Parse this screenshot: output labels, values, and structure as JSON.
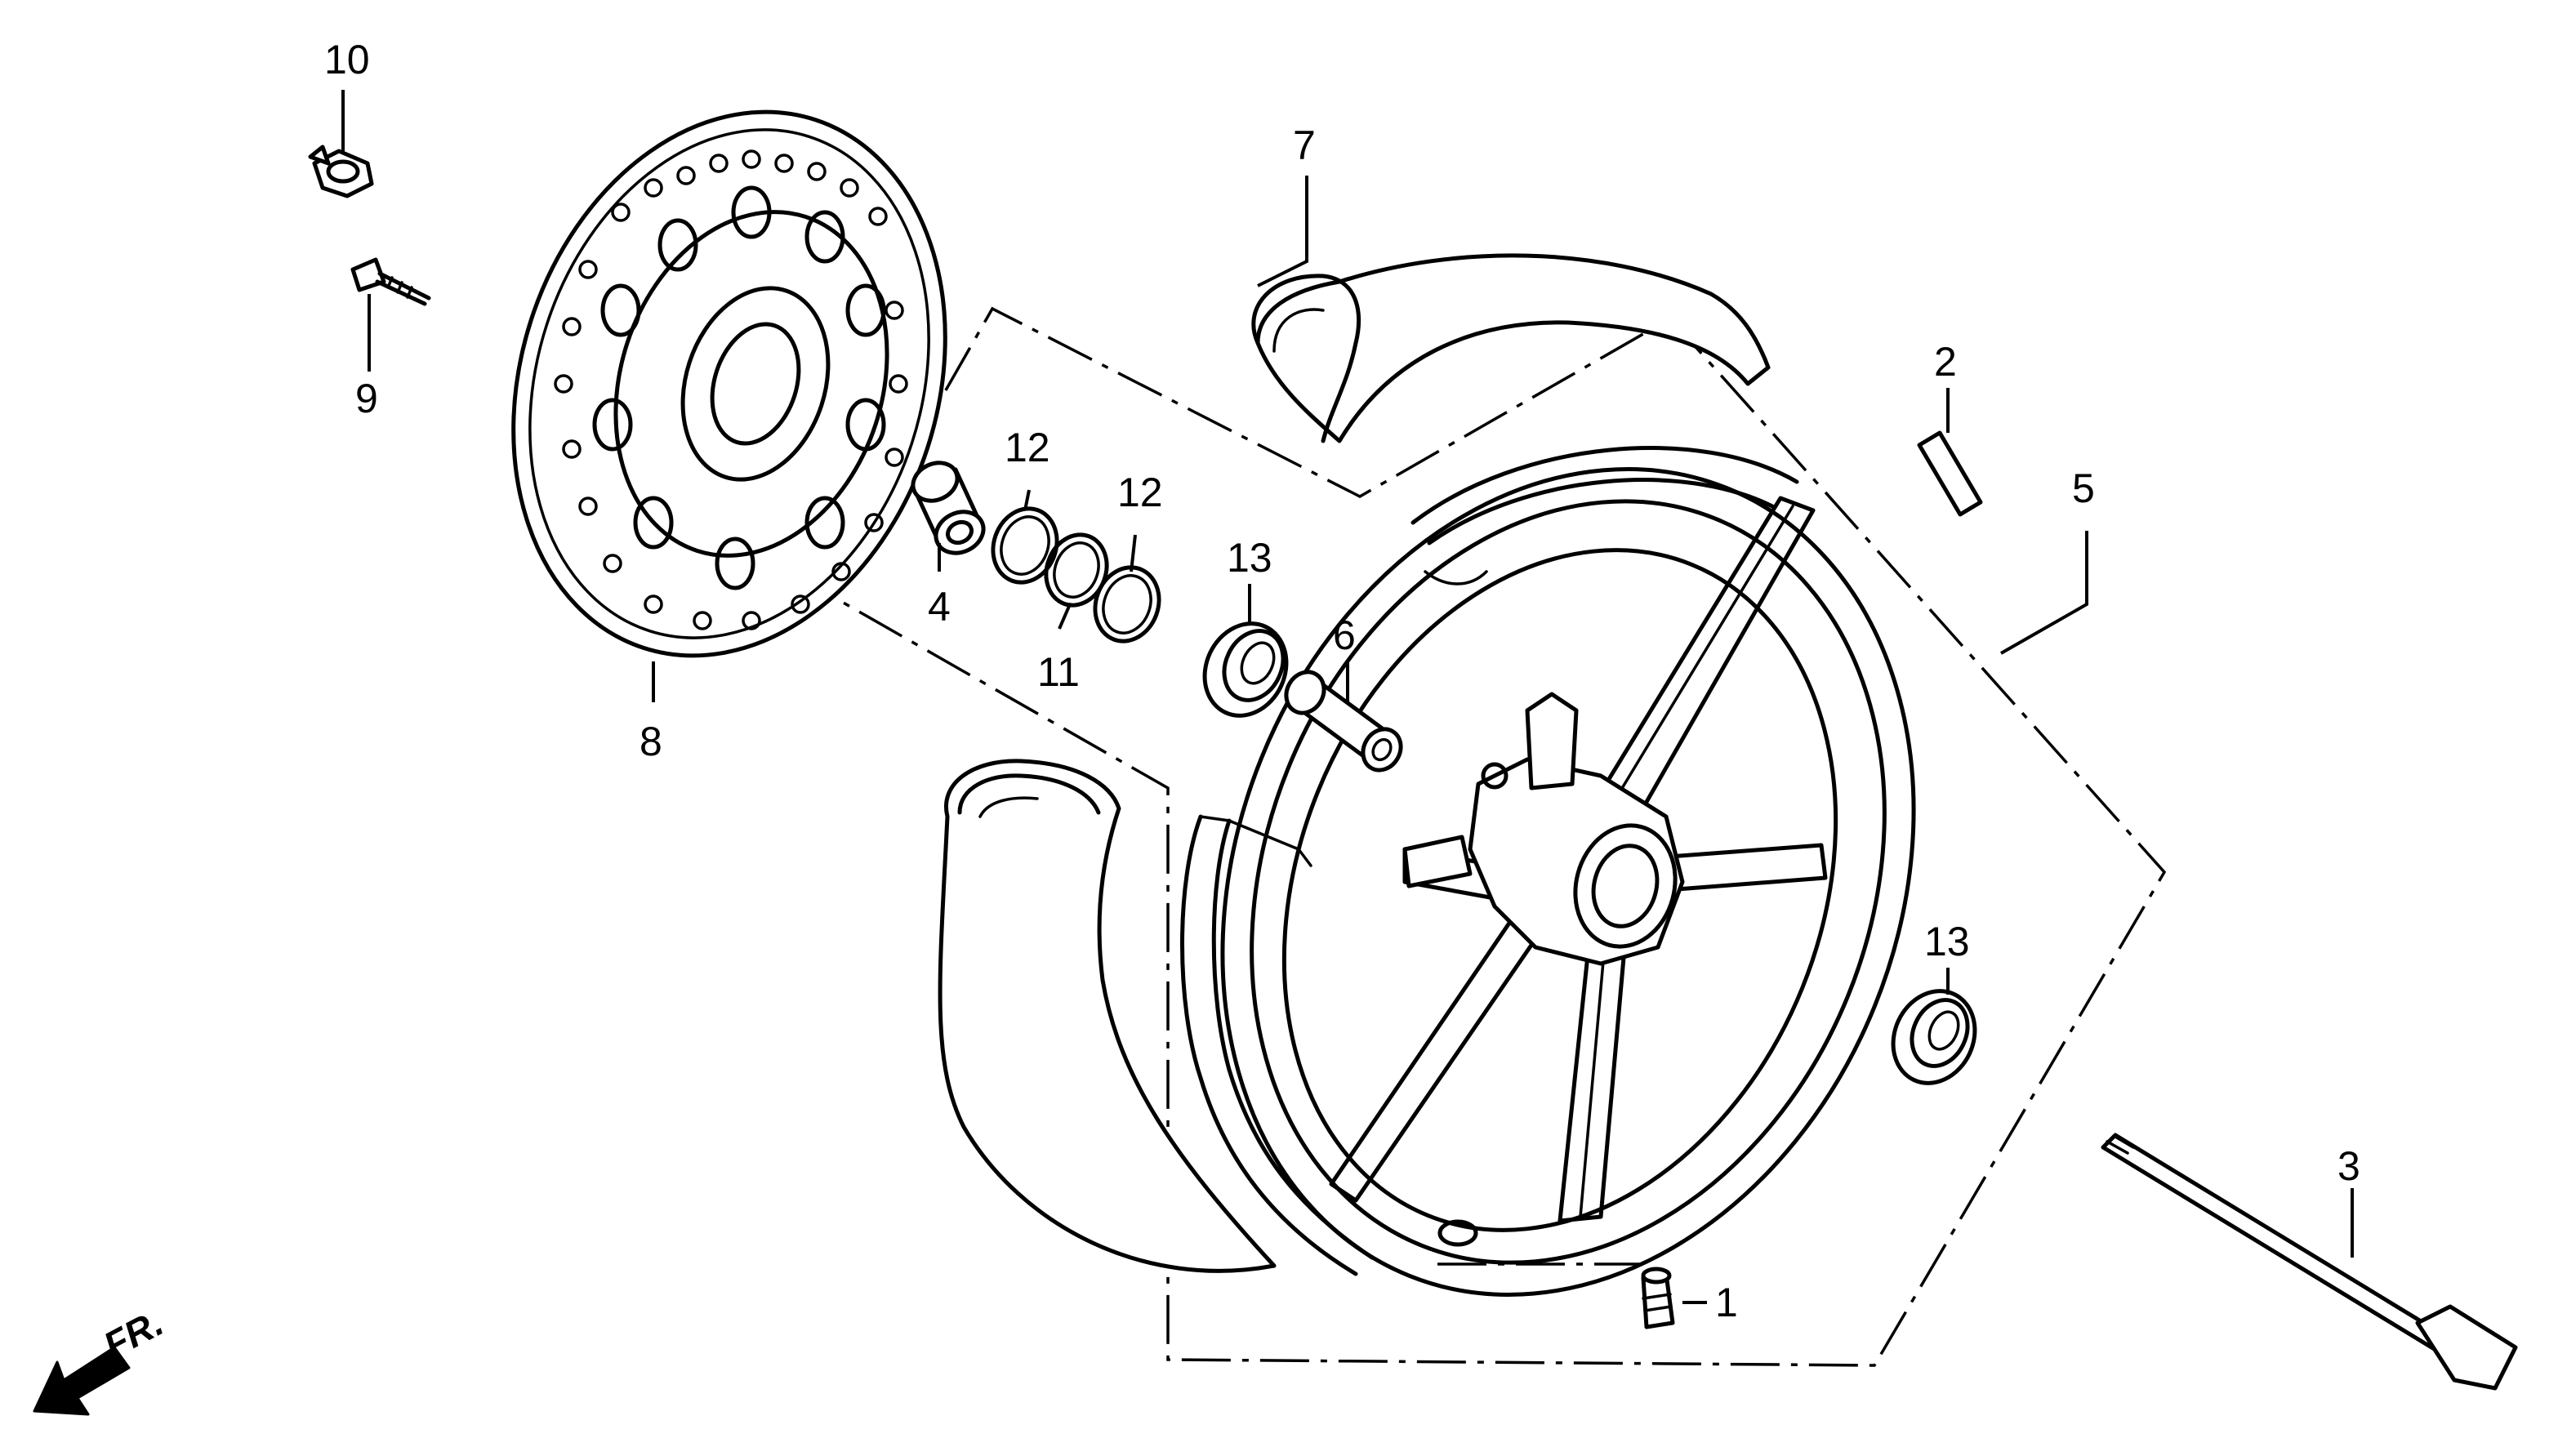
{
  "callouts": {
    "c1": "1",
    "c2": "2",
    "c3": "3",
    "c4": "4",
    "c5": "5",
    "c6": "6",
    "c7": "7",
    "c8": "8",
    "c9": "9",
    "c10": "10",
    "c11": "11",
    "c12a": "12",
    "c12b": "12",
    "c13a": "13",
    "c13b": "13"
  },
  "direction_label": "FR.",
  "icons": [
    "front-direction-arrow-icon"
  ]
}
